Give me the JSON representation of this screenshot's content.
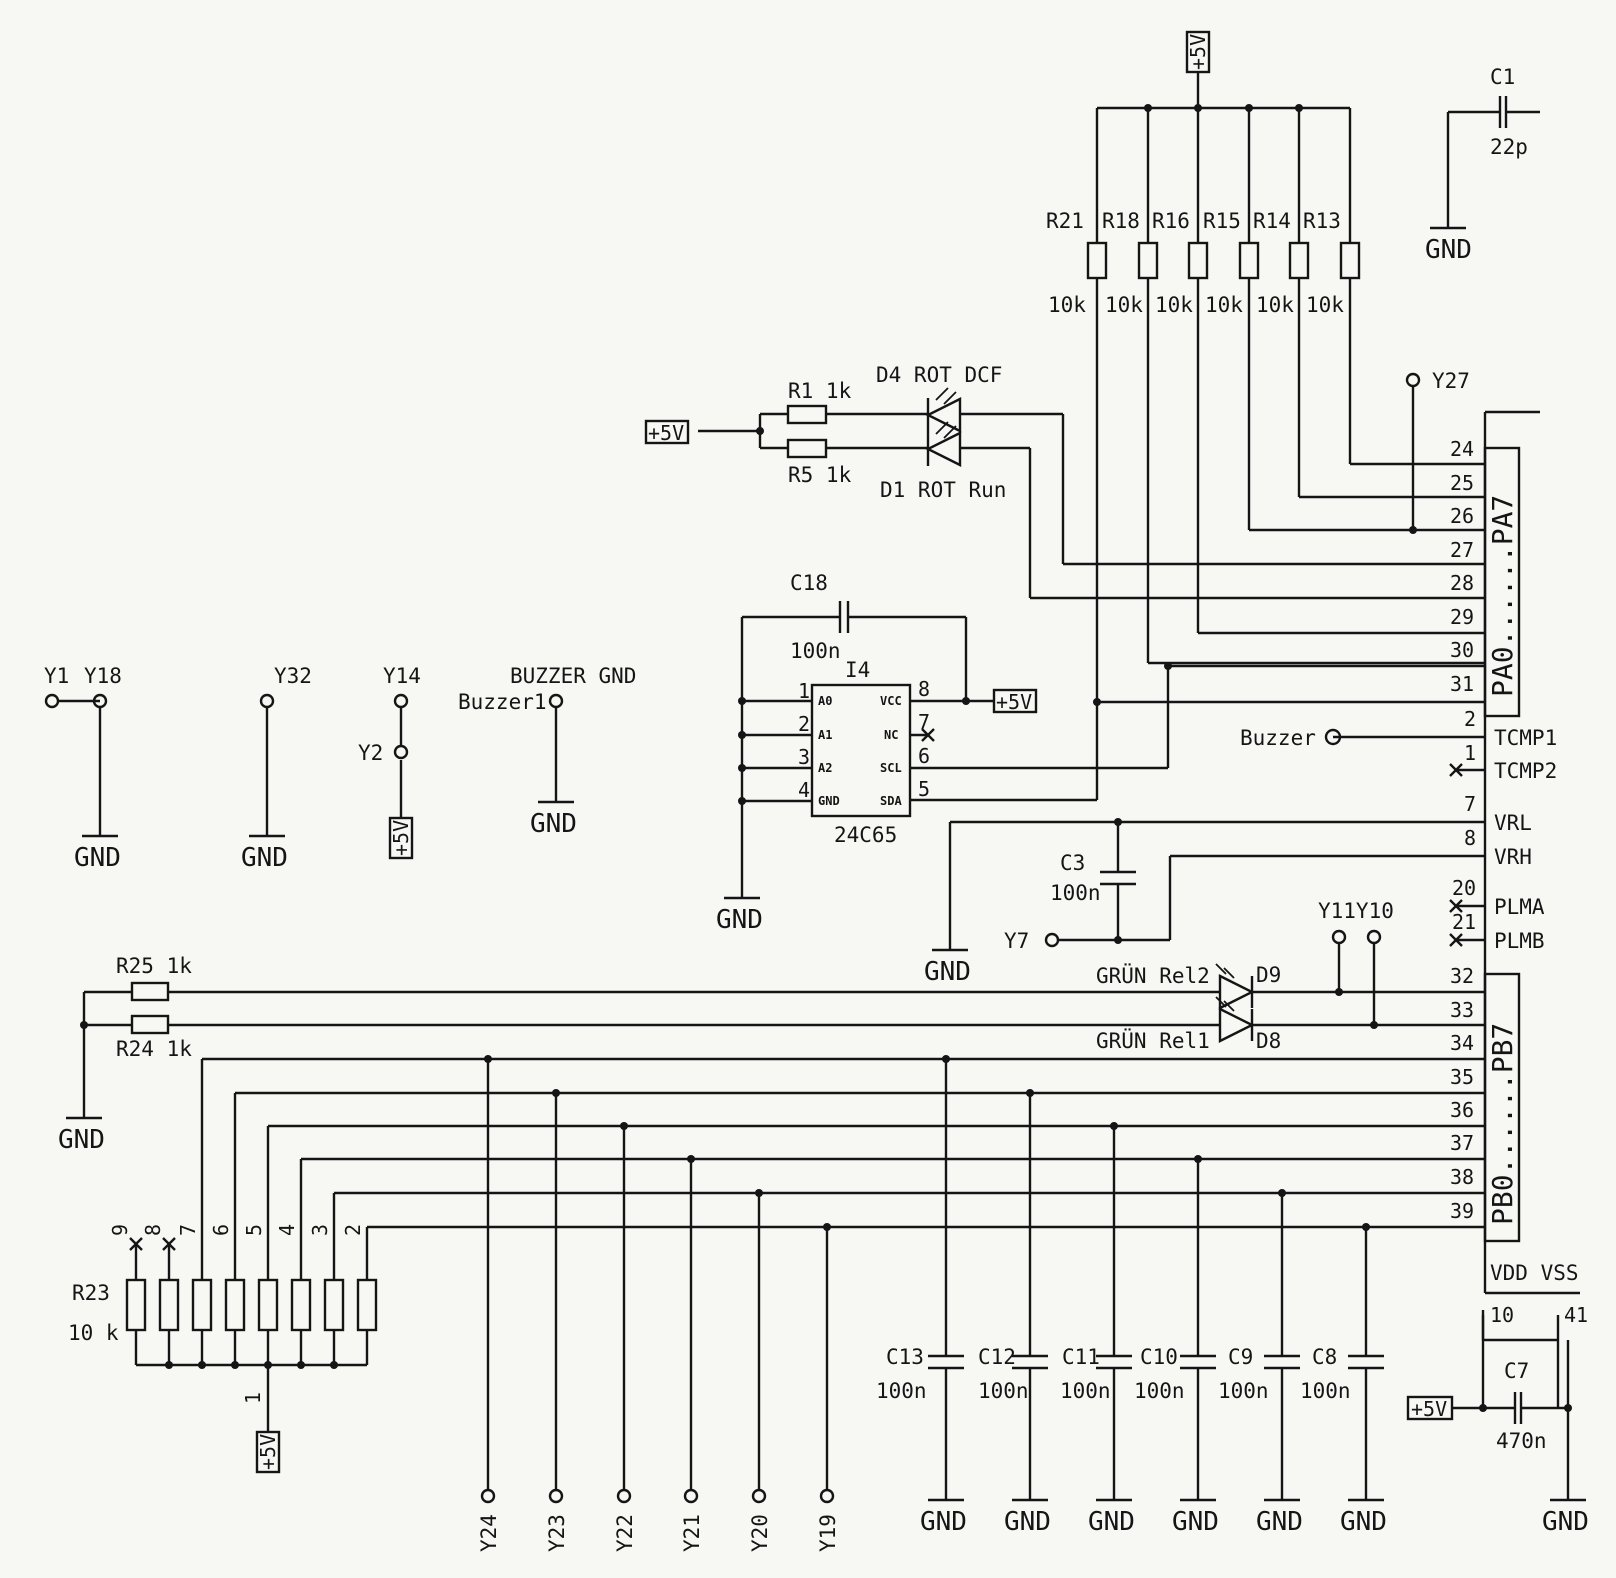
{
  "supply": {
    "vcc": "+5V",
    "gnd": "GND"
  },
  "top_resistors": {
    "names": [
      "R21",
      "R18",
      "R16",
      "R15",
      "R14",
      "R13"
    ],
    "value": "10k"
  },
  "c1": {
    "name": "C1",
    "value": "22p"
  },
  "leds_top": {
    "r1": "R1  1k",
    "r5": "R5  1k",
    "d4": "D4  ROT DCF",
    "d1": "D1  ROT Run"
  },
  "eeprom": {
    "name": "I4",
    "part": "24C65",
    "pins_in": [
      "A0",
      "A1",
      "A2",
      "GND"
    ],
    "pins_out": [
      "VCC",
      "NC",
      "SCL",
      "SDA"
    ],
    "nums_left": [
      "1",
      "2",
      "3",
      "4"
    ],
    "nums_right": [
      "8",
      "7",
      "6",
      "5"
    ],
    "cap": "C18",
    "cap_value": "100n"
  },
  "mcu": {
    "porta_pins": [
      "24",
      "25",
      "26",
      "27",
      "28",
      "29",
      "30",
      "31"
    ],
    "porta_label": "PA0......PA7",
    "mid_pins": [
      "2",
      "1",
      "7",
      "8",
      "20",
      "21"
    ],
    "mid_labels": [
      "TCMP1",
      "TCMP2",
      "VRL",
      "VRH",
      "PLMA",
      "PLMB"
    ],
    "portb_pins": [
      "32",
      "33",
      "34",
      "35",
      "36",
      "37",
      "38",
      "39"
    ],
    "portb_label": "PB0......PB7",
    "power_label": "VDD  VSS",
    "power_pins": [
      "10",
      "41"
    ]
  },
  "c3": {
    "name": "C3",
    "value": "100n"
  },
  "c7": {
    "name": "C7",
    "value": "470n"
  },
  "buzzer_net": "Buzzer",
  "test_points": {
    "y1": "Y1",
    "y18": "Y18",
    "y32": "Y32",
    "y14": "Y14",
    "y2": "Y2",
    "buzzer_title": "BUZZER  GND",
    "buzzer1": "Buzzer1",
    "y27": "Y27",
    "y7": "Y7",
    "y11y10": "Y11Y10",
    "bottom": [
      "Y24",
      "Y23",
      "Y22",
      "Y21",
      "Y20",
      "Y19"
    ]
  },
  "leds_bottom": {
    "d9": "D9",
    "d8": "D8",
    "rel2": "GRÜN   Rel2",
    "rel1": "GRÜN   Rel1",
    "r25": "R25  1k",
    "r24": "R24  1k"
  },
  "r23": {
    "name": "R23",
    "value": "10 k",
    "pins": [
      "9",
      "8",
      "7",
      "6",
      "5",
      "4",
      "3",
      "2"
    ],
    "common": "1"
  },
  "decoupling": {
    "names": [
      "C13",
      "C12",
      "C11",
      "C10",
      "C9",
      "C8"
    ],
    "value": "100n"
  }
}
